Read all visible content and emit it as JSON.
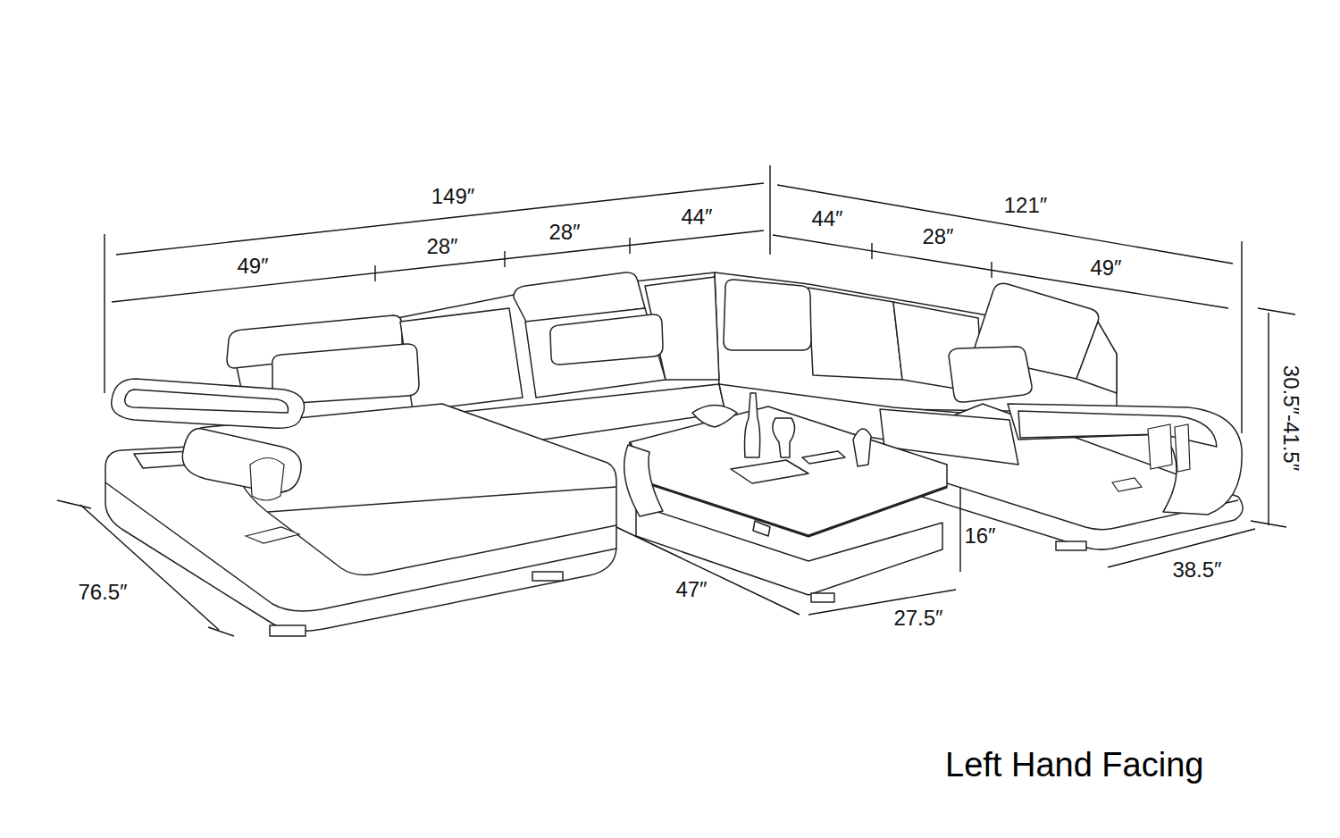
{
  "diagram": {
    "caption": "Left Hand Facing",
    "labels": [
      "149″",
      "49″",
      "28″",
      "28″",
      "44″",
      "44″",
      "121″",
      "28″",
      "49″",
      "30.5″-41.5″",
      "76.5″",
      "47″",
      "16″",
      "27.5″",
      "38.5″"
    ]
  }
}
